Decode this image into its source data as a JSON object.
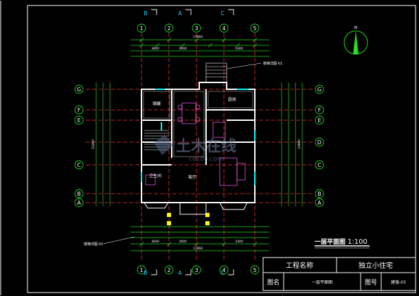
{
  "drawing": {
    "section_marks": [
      "B",
      "A",
      "C"
    ],
    "grid_top": [
      "1",
      "2",
      "3",
      "4",
      "5"
    ],
    "grid_bottom": [
      "1",
      "2",
      "3",
      "4",
      "5"
    ],
    "grid_left": [
      "G",
      "F",
      "E",
      "C",
      "B",
      "A"
    ],
    "grid_right": [
      "G",
      "F",
      "E",
      "D",
      "C",
      "B",
      "A"
    ],
    "overall_dims": [
      "11960",
      "11960"
    ],
    "top_dims": [
      "3600",
      "3900",
      "3300"
    ],
    "bottom_dims": [
      "3600",
      "3900",
      "3300"
    ],
    "side_dims": [
      "11400",
      "13600"
    ],
    "room_labels": [
      "储藏",
      "客厅",
      "厨房",
      "卫生间"
    ],
    "callout_1": "楼梯详图-01",
    "callout_2": "楼梯详图-01",
    "drawing_title": "一层平面图",
    "drawing_scale": "1:100",
    "watermark_text": "土木在线",
    "watermark_sub": "co188.com"
  },
  "title_block": {
    "project_name_label": "工程名称",
    "project_name_value": "独立小住宅",
    "drawing_name_label": "图名",
    "drawing_name_value": "一层平面图",
    "drawing_number_label": "图号",
    "drawing_number_value": "建施-03"
  },
  "colors": {
    "background": "#000000",
    "frame": "#ffffff",
    "axis": "#ff3030",
    "dimension": "#22dd22",
    "wall": "#ffffff",
    "accent": "#00ffff",
    "label": "#ffff00",
    "furniture": "#ff66ff"
  }
}
